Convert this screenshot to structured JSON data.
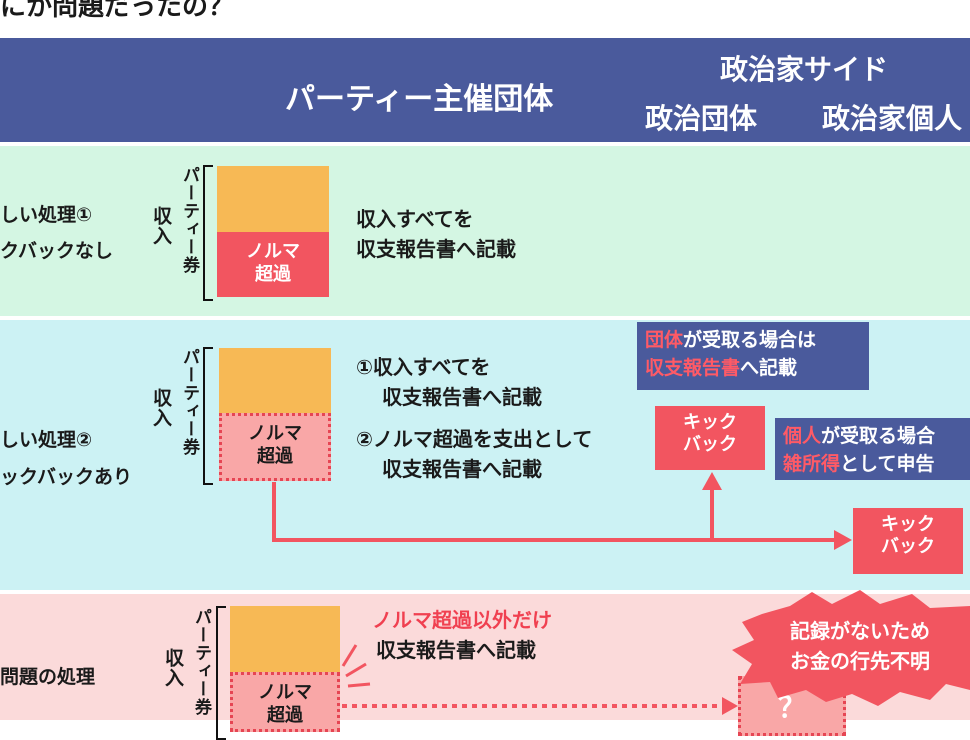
{
  "page_title": "にか問題だったの？",
  "header": {
    "organizer": "パーティー主催団体",
    "politician_side": "政治家サイド",
    "political_group": "政治団体",
    "politician_individual": "政治家個人"
  },
  "row1": {
    "label_line1": "しい処理①",
    "label_line2": "クバックなし",
    "income_label": "収入",
    "ticket_label": "パーティー券",
    "quota_exceed": "ノルマ\n超過",
    "note_line1": "収入すべてを",
    "note_line2": "収支報告書へ記載"
  },
  "row2": {
    "label_line1": "しい処理②",
    "label_line2": "ックバックあり",
    "income_label": "収入",
    "ticket_label": "パーティー券",
    "quota_exceed": "ノルマ\n超過",
    "note1_line1": "①収入すべてを",
    "note1_line2": "収支報告書へ記載",
    "note2_line1": "②ノルマ超過を支出として",
    "note2_line2": "収支報告書へ記載",
    "callout_group": {
      "hl1": "団体",
      "text1": "が受取る場合は",
      "hl2": "収支報告書",
      "text2": "へ記載"
    },
    "callout_individual": {
      "hl1": "個人",
      "text1": "が受取る場合",
      "hl2": "雑所得",
      "text2": "として申告"
    },
    "kickback_group": "キック\nバック",
    "kickback_individual": "キック\nバック"
  },
  "row3": {
    "label": "問題の処理",
    "income_label": "収入",
    "ticket_label": "パーティー券",
    "quota_exceed": "ノルマ\n超過",
    "note_line1": "ノルマ超過以外だけ",
    "note_line2": "収支報告書へ記載",
    "unknown_mark": "？",
    "burst_line1": "記録がないため",
    "burst_line2": "お金の行先不明"
  },
  "colors": {
    "header": "#4a5a9c",
    "band_green": "#d4f6e3",
    "band_cyan": "#ccf2f4",
    "band_pink": "#fbdada",
    "bar_orange": "#f7b955",
    "accent_red": "#f25560"
  }
}
